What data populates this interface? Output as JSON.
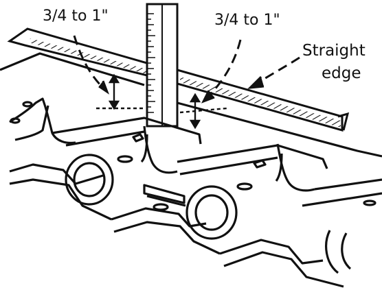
{
  "labels": {
    "left_measure": "3/4 to 1\"",
    "right_measure": "3/4 to 1\"",
    "straight_edge_line1": "Straight",
    "straight_edge_line2": "edge"
  }
}
